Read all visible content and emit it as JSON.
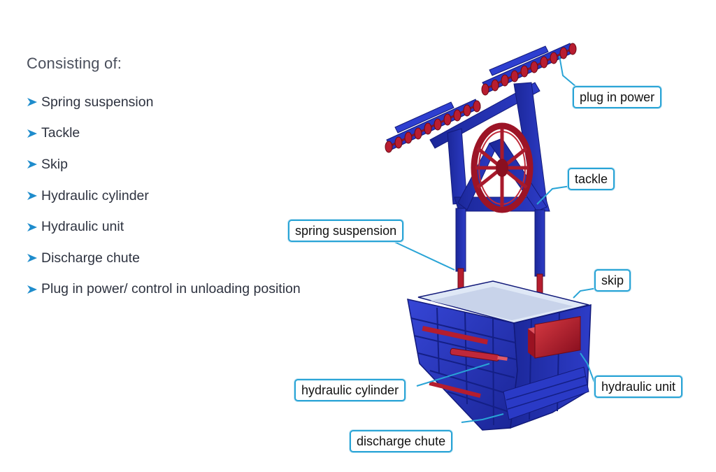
{
  "heading": "Consisting of:",
  "components": [
    "Spring suspension",
    "Tackle",
    "Skip",
    "Hydraulic cylinder",
    "Hydraulic unit",
    "Discharge chute",
    "Plug in power/ control in unloading position"
  ],
  "callouts": {
    "plug_in_power": "plug in power",
    "tackle": "tackle",
    "spring_suspension": "spring suspension",
    "skip": "skip",
    "hydraulic_cylinder": "hydraulic cylinder",
    "hydraulic_unit": "hydraulic unit",
    "discharge_chute": "discharge chute"
  },
  "colors": {
    "frame_blue": "#1f2fb8",
    "accent_red": "#b0152a",
    "callout_border": "#29a4d6",
    "bullet_arrow": "#1e8ccc"
  }
}
